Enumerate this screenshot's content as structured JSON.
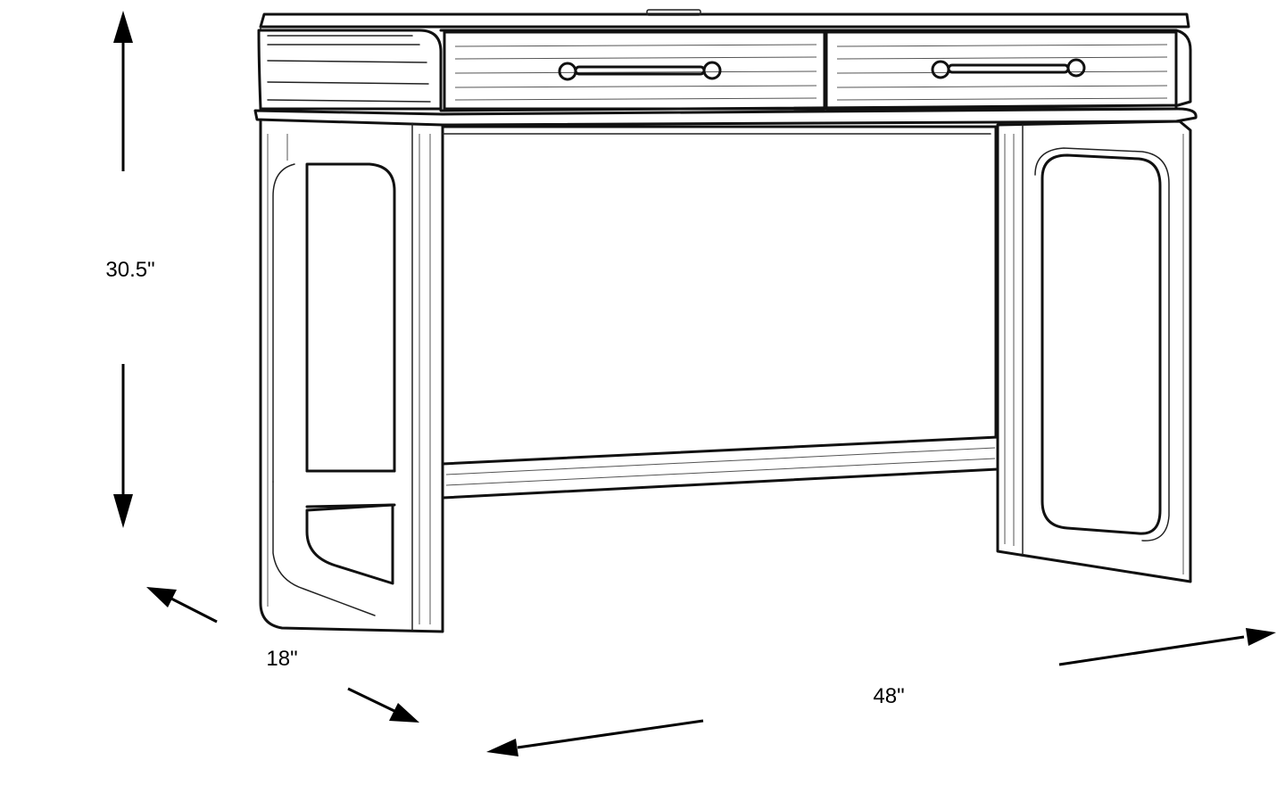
{
  "dimensions": {
    "height": "30.5\"",
    "depth": "18\"",
    "width": "48\""
  },
  "illustration": {
    "subject": "console-table-line-drawing",
    "drawers": 2,
    "line_color": "#111111",
    "background": "#ffffff",
    "arrow_color": "#000000"
  }
}
